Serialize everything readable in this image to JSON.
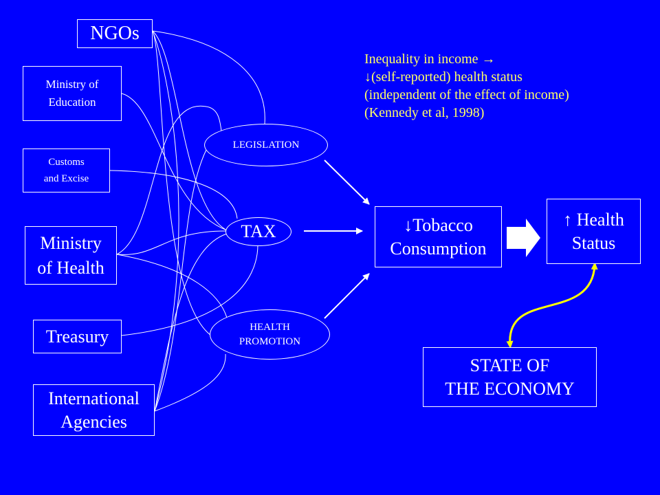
{
  "colors": {
    "background": "#0000ff",
    "stroke": "#ffffff",
    "note_text": "#ffff66",
    "link_curve": "#ffff00"
  },
  "sources": {
    "ngos": "NGOs",
    "education": "Ministry of\nEducation",
    "customs": "Customs\nand Excise",
    "health_ministry": "Ministry\nof Health",
    "treasury": "Treasury",
    "international": "International\nAgencies"
  },
  "levers": {
    "legislation": "LEGISLATION",
    "tax": "TAX",
    "promotion": "HEALTH\nPROMOTION"
  },
  "outcomes": {
    "tobacco_arrow": "↓",
    "tobacco": "Tobacco\nConsumption",
    "health_arrow": "↑",
    "health": " Health\nStatus",
    "economy": "STATE OF\nTHE ECONOMY"
  },
  "note": {
    "line1": "Inequality in income ",
    "line1_arrow": "→",
    "line2_arrow": "↓",
    "line2": "(self-reported) health status",
    "line3": "(independent of the effect of income)",
    "line4": "(Kennedy et al, 1998)"
  }
}
